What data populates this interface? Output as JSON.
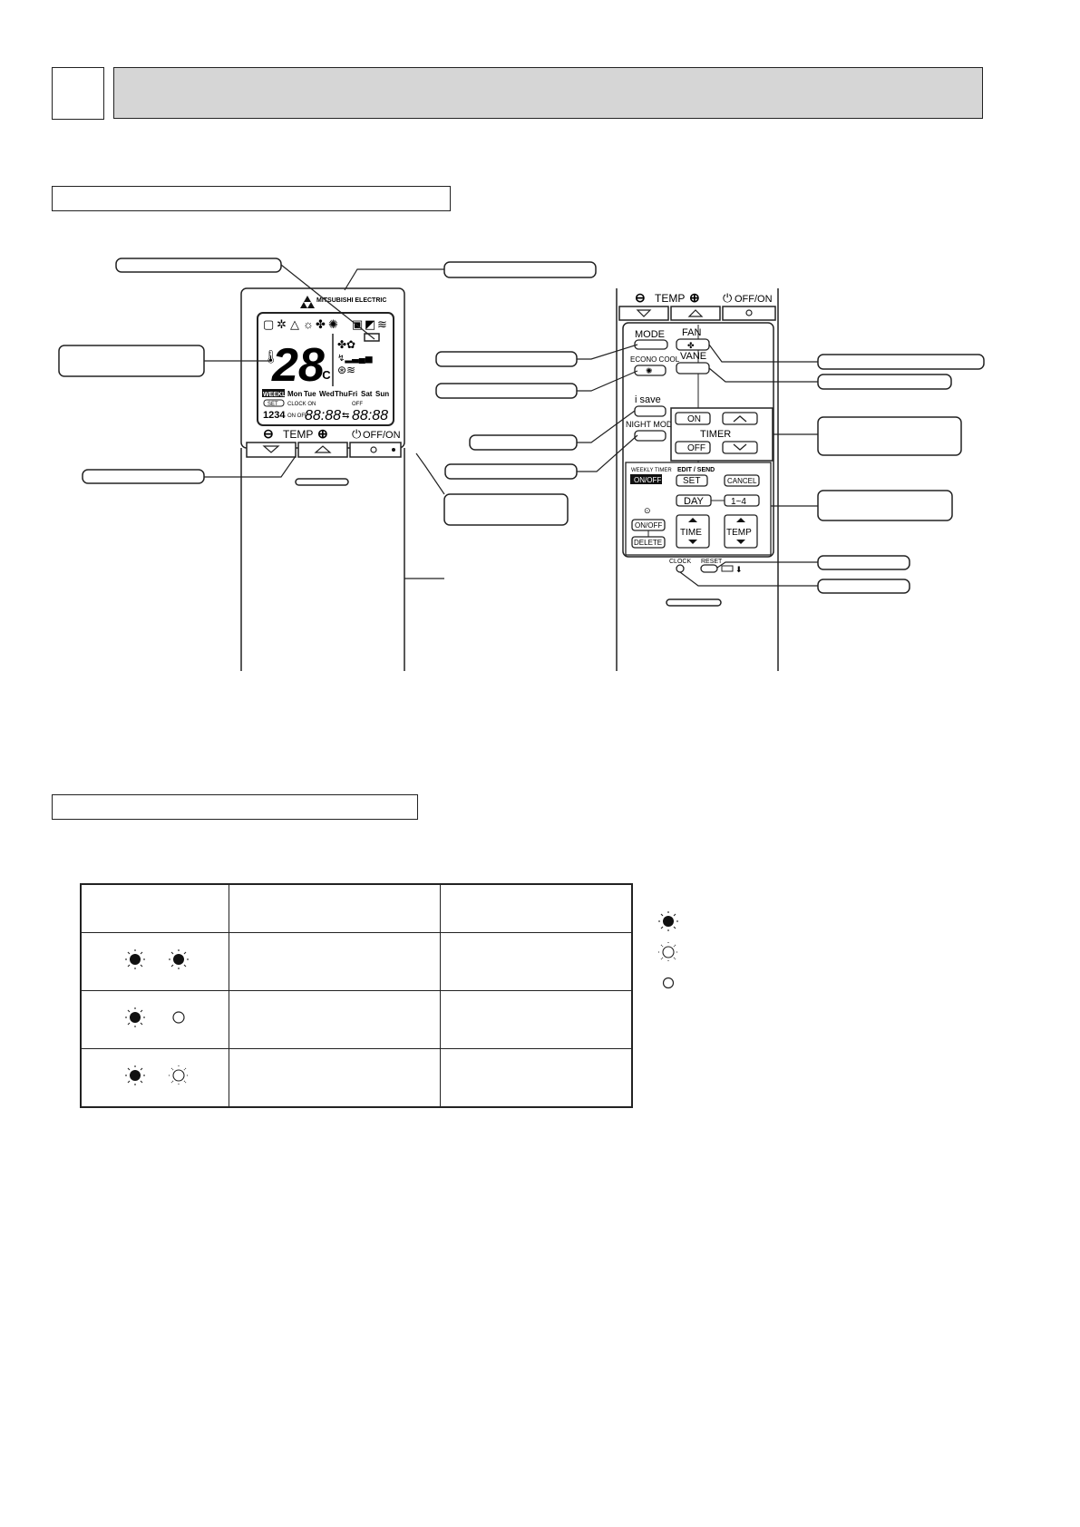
{
  "page": {
    "section_number": "",
    "section_title": "",
    "subsection_1": "",
    "subsection_2": ""
  },
  "remote_left": {
    "brand": "MITSUBISHI ELECTRIC",
    "temp_display": "28",
    "temp_unit": "°C",
    "days": [
      "WEEKLY",
      "Mon",
      "Tue",
      "Wed",
      "Thu",
      "Fri",
      "Sat",
      "Sun"
    ],
    "set_label": "SET",
    "clock_on": "CLOCK ON",
    "off_label": "OFF",
    "timer_numbers": "1234",
    "timer_on_off": "ON OFF",
    "time_1": "88:88",
    "time_2": "88:88",
    "temp_label": "TEMP",
    "offon_label": "OFF/ON"
  },
  "remote_right": {
    "temp_label": "TEMP",
    "offon_label": "OFF/ON",
    "mode_label": "MODE",
    "econo_cool_label": "ECONO COOL",
    "isave_label": "i save",
    "night_mode_label": "NIGHT MODE",
    "fan_label": "FAN",
    "vane_label": "VANE",
    "timer_on": "ON",
    "timer_off": "OFF",
    "timer_label": "TIMER",
    "weekly_timer_label": "WEEKLY TIMER",
    "weekly_onoff": "ON/OFF",
    "edit_send_label": "EDIT / SEND",
    "set_button": "SET",
    "cancel_button": "CANCEL",
    "day_button": "DAY",
    "range_button": "1~4",
    "onoff_button": "ON/OFF",
    "delete_button": "DELETE",
    "time_button": "TIME",
    "temp_button": "TEMP",
    "clock_label": "CLOCK",
    "reset_label": "RESET"
  },
  "table": {
    "headers": [
      "",
      "",
      ""
    ],
    "rows": [
      {
        "lamp1": "lit",
        "lamp2": "lit"
      },
      {
        "lamp1": "lit",
        "lamp2": "off"
      },
      {
        "lamp1": "lit",
        "lamp2": "blinking"
      }
    ]
  },
  "legend": [
    {
      "icon": "lamp-lit-icon"
    },
    {
      "icon": "lamp-blinking-icon"
    },
    {
      "icon": "lamp-off-icon"
    }
  ]
}
